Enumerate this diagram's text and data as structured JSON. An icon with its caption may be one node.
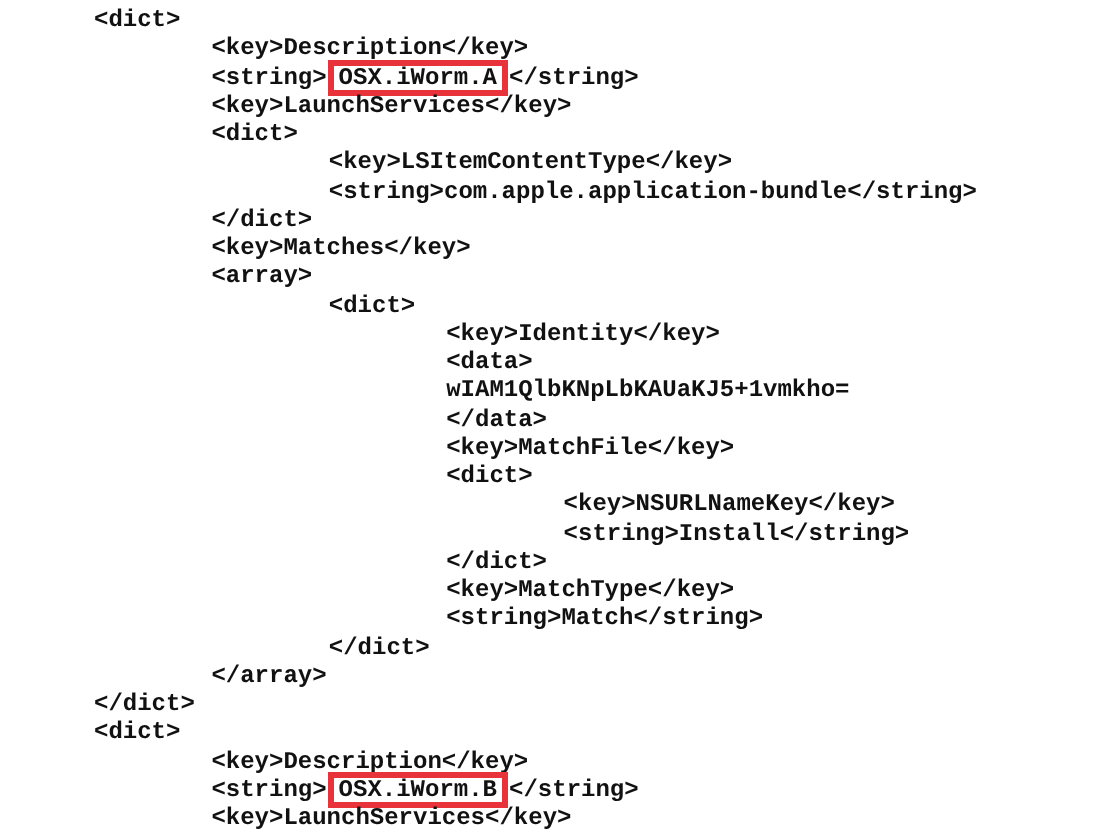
{
  "diagram": {
    "nodes": [
      {
        "text": [
          "OSX.iWorm.A"
        ]
      },
      {
        "text": [
          "OSX.iWorm.B"
        ]
      }
    ],
    "labels": [
      "<dict>",
      "<key>Description</key>",
      "<string>",
      "</string>",
      "<key>LaunchServices</key>",
      "<dict>",
      "<key>LSItemContentType</key>",
      "<string>com.apple.application-bundle</string>",
      "</dict>",
      "<key>Matches</key>",
      "<array>",
      "<dict>",
      "<key>Identity</key>",
      "<data>",
      "wIAM1QlbKNpLbKAUaKJ5+1vmkho=",
      "</data>",
      "<key>MatchFile</key>",
      "<dict>",
      "<key>NSURLNameKey</key>",
      "<string>Install</string>",
      "</dict>",
      "<key>MatchType</key>",
      "<string>Match</string>",
      "</dict>",
      "</array>",
      "</dict>",
      "<dict>",
      "<key>Description</key>",
      "<string>",
      "</string>",
      "<key>LaunchServices</key>"
    ]
  }
}
